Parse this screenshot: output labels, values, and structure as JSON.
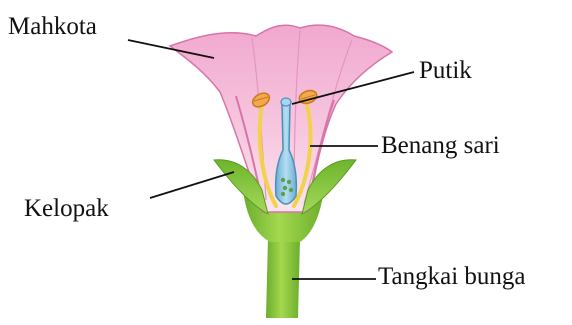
{
  "labels": {
    "mahkota": "Mahkota",
    "putik": "Putik",
    "benang_sari": "Benang sari",
    "kelopak": "Kelopak",
    "tangkai_bunga": "Tangkai bunga"
  },
  "colors": {
    "petal": "#ee9fc8",
    "petal_light": "#fbe3ef",
    "petal_edge": "#d774a8",
    "sepal": "#7fc23a",
    "stem": "#8ccc3c",
    "stem_dark": "#5e9e28",
    "filament": "#f2d24a",
    "anther": "#f0a040",
    "pistil": "#8fc6e4",
    "ovary": "#7cb6d8",
    "leader_line": "#111111"
  }
}
